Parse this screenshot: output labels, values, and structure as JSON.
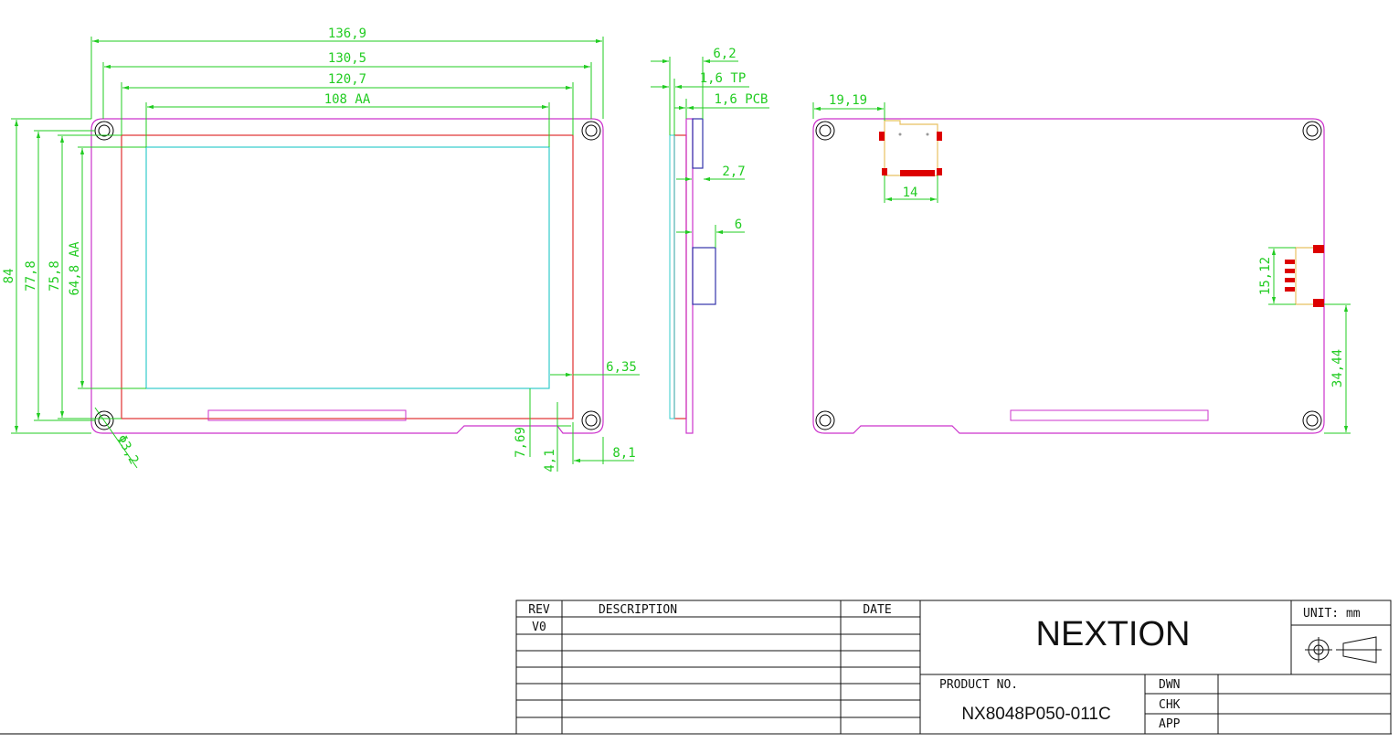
{
  "front_view": {
    "width_overall": "136,9",
    "width_pcb": "130,5",
    "width_panel": "120,7",
    "width_active": "108 AA",
    "height_overall": "84",
    "height_pcb": "77,8",
    "height_panel": "75,8",
    "height_active": "64,8 AA",
    "right_margin": "6,35",
    "bottom_aa_offset": "7,69",
    "bottom_tab": "4,1",
    "corner_offset": "8,1",
    "hole_diameter": "Φ3,2"
  },
  "side_view": {
    "thickness_total": "6,2",
    "touch_panel": "1,6 TP",
    "pcb": "1,6 PCB",
    "connector_depth": "2,7",
    "component_depth": "6"
  },
  "back_view": {
    "sd_offset": "19,19",
    "sd_width": "14",
    "connector_span": "15,12",
    "connector_offset": "34,44"
  },
  "title_block": {
    "rev_header": "REV",
    "description_header": "DESCRIPTION",
    "date_header": "DATE",
    "rev_value": "V0",
    "brand": "NEXTION",
    "unit_label": "UNIT: mm",
    "product_no_label": "PRODUCT NO.",
    "product_no": "NX8048P050-011C",
    "dwn_label": "DWN",
    "chk_label": "CHK",
    "app_label": "APP"
  },
  "colors": {
    "dimension": "#22cc22",
    "outline": "#cc33cc",
    "panel": "#e03030",
    "active_area": "#33cccc",
    "component": "#3333aa",
    "connector": "#dd0000",
    "sd_slot": "#e8c060"
  }
}
